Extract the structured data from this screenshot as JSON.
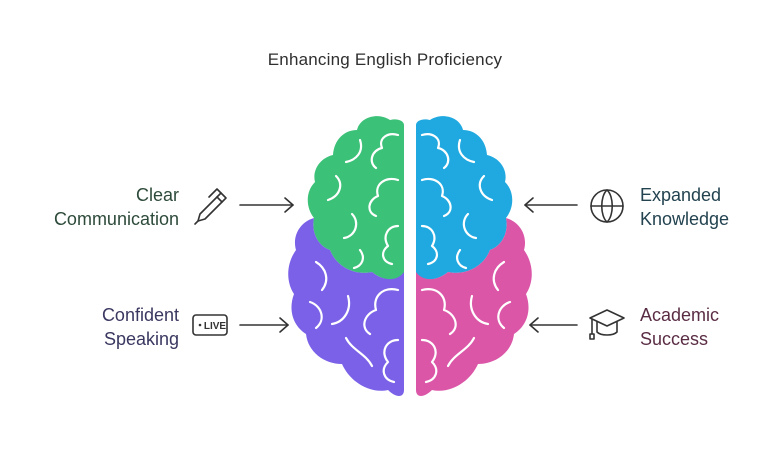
{
  "title": "Enhancing English Proficiency",
  "items": [
    {
      "id": "clear-communication",
      "lines": [
        "Clear",
        "Communication"
      ],
      "color": "#3cc178",
      "text_color": "#2d4a3a",
      "icon": "pen-icon"
    },
    {
      "id": "confident-speaking",
      "lines": [
        "Confident",
        "Speaking"
      ],
      "color": "#7b61e8",
      "text_color": "#3a3760",
      "icon": "live-icon",
      "badge": "LIVE"
    },
    {
      "id": "expanded-knowledge",
      "lines": [
        "Expanded",
        "Knowledge"
      ],
      "color": "#1fa9e0",
      "text_color": "#234350",
      "icon": "globe-icon"
    },
    {
      "id": "academic-success",
      "lines": [
        "Academic",
        "Success"
      ],
      "color": "#dc56a8",
      "text_color": "#5a2d45",
      "icon": "graduation-cap-icon"
    }
  ]
}
